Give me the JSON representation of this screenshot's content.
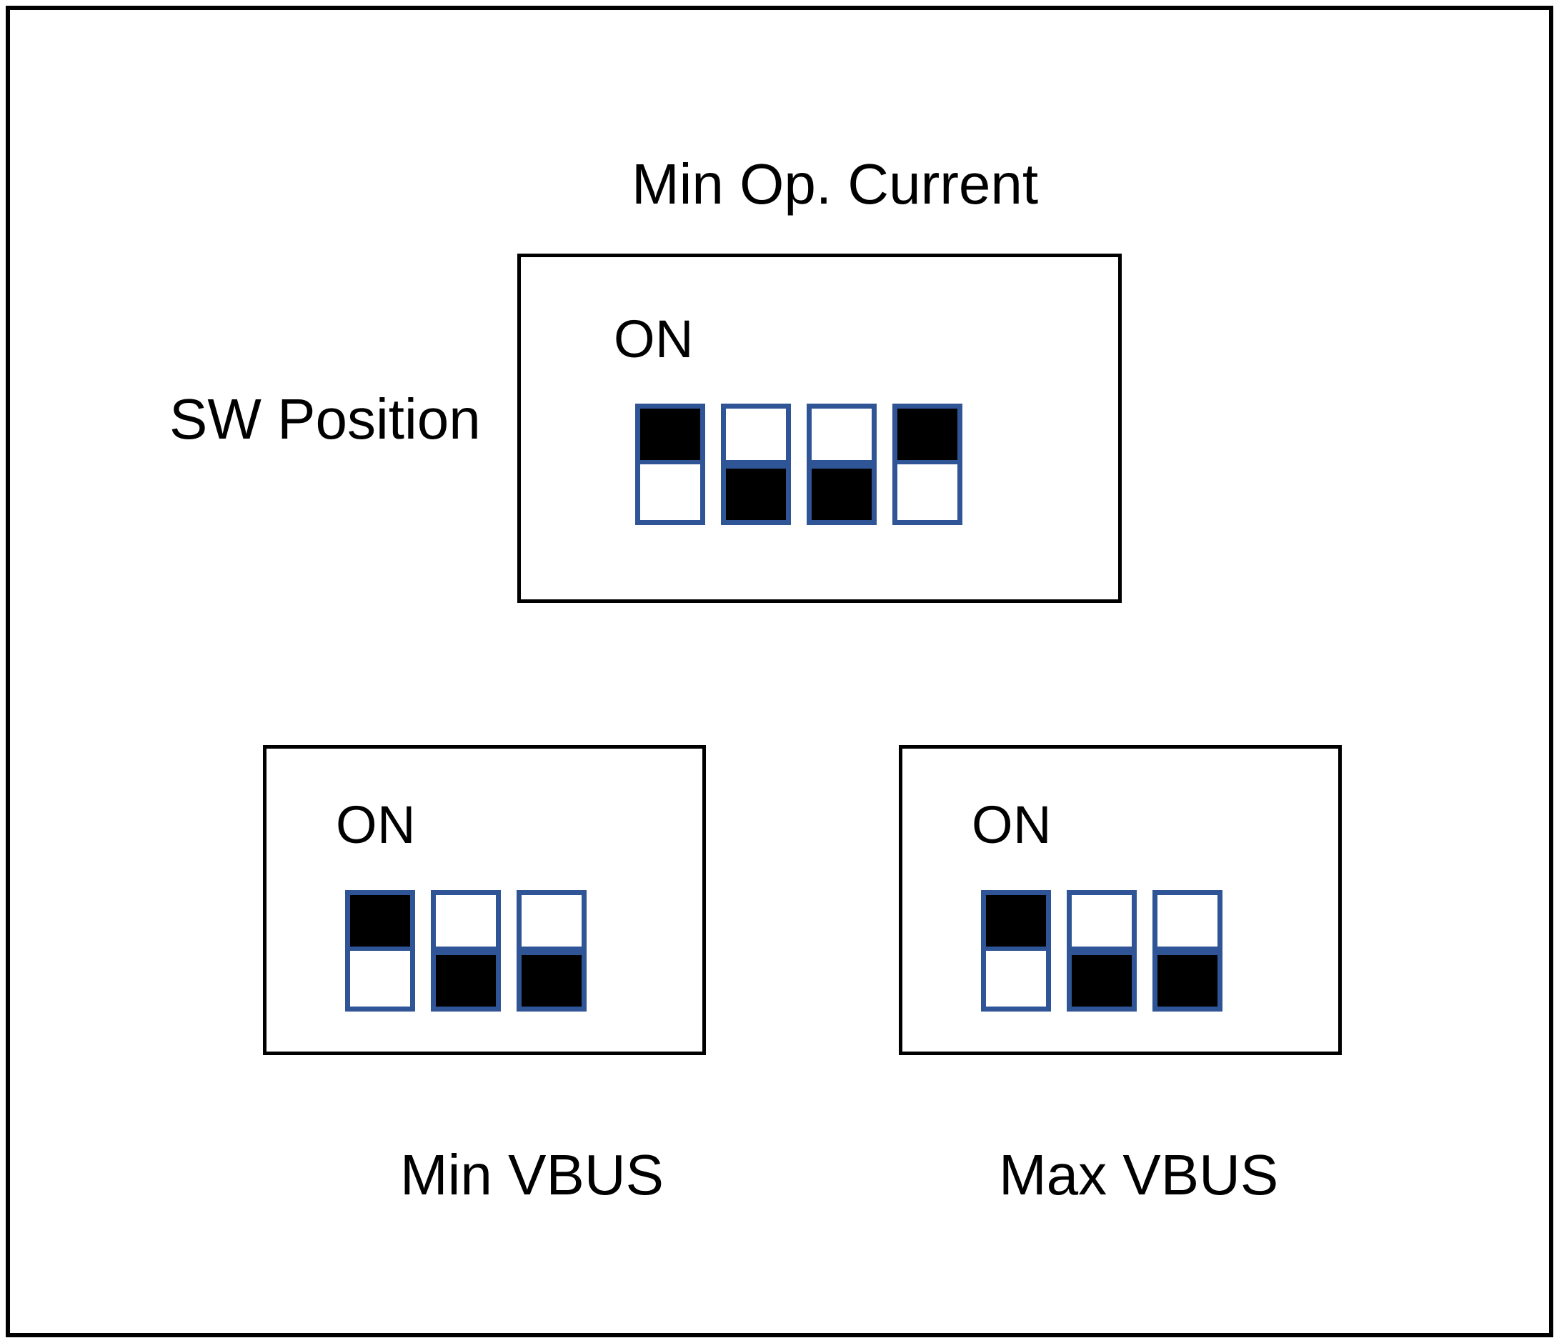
{
  "figure": {
    "title": "Min Op. Current",
    "row_label": "SW Position"
  },
  "banks": [
    {
      "id": "min-op-current",
      "on_label": "ON",
      "caption_above": "Min Op. Current",
      "caption_below": "",
      "switch_count": 4,
      "switches": [
        {
          "index": 1,
          "state": "ON"
        },
        {
          "index": 2,
          "state": "OFF"
        },
        {
          "index": 3,
          "state": "OFF"
        },
        {
          "index": 4,
          "state": "ON"
        }
      ]
    },
    {
      "id": "min-vbus",
      "on_label": "ON",
      "caption_above": "",
      "caption_below": "Min VBUS",
      "switch_count": 3,
      "switches": [
        {
          "index": 1,
          "state": "ON"
        },
        {
          "index": 2,
          "state": "OFF"
        },
        {
          "index": 3,
          "state": "OFF"
        }
      ]
    },
    {
      "id": "max-vbus",
      "on_label": "ON",
      "caption_above": "",
      "caption_below": "Max VBUS",
      "switch_count": 3,
      "switches": [
        {
          "index": 1,
          "state": "ON"
        },
        {
          "index": 2,
          "state": "OFF"
        },
        {
          "index": 3,
          "state": "OFF"
        }
      ]
    }
  ],
  "colors": {
    "switch_frame_blue": "#2F5596",
    "switch_fill_black": "#000000",
    "panel_border": "#000000",
    "background": "#ffffff"
  }
}
